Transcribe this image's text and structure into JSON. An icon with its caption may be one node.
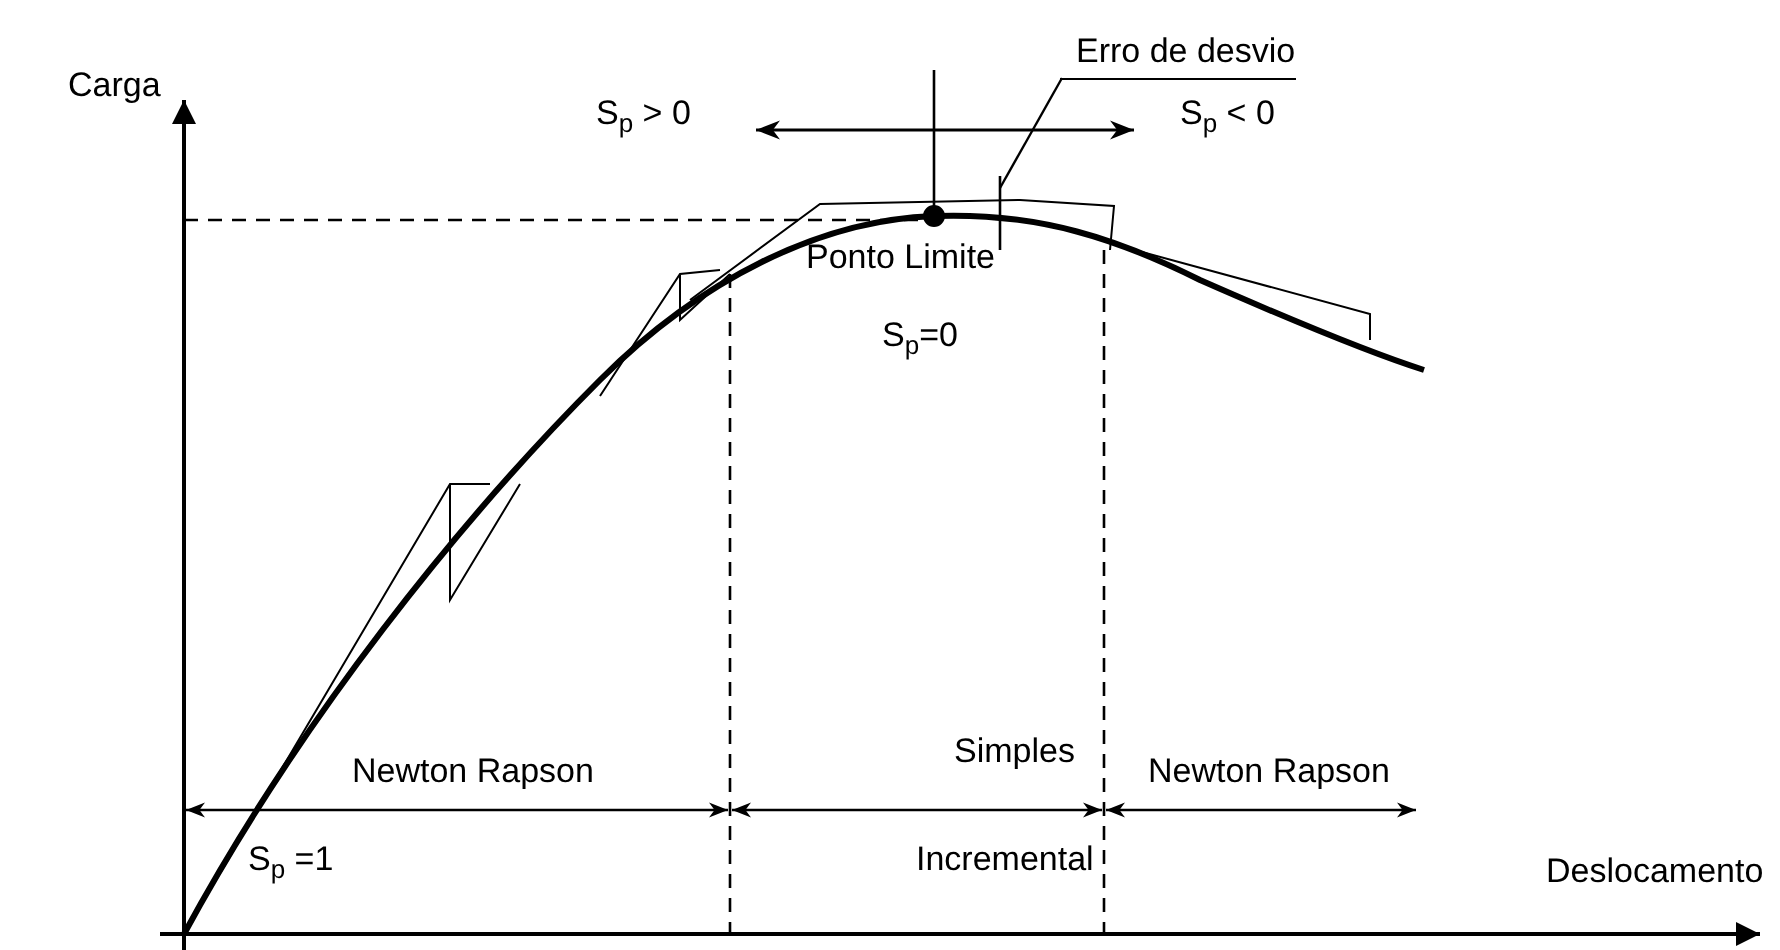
{
  "diagram": {
    "nodes": [
      {
        "text": [
          "Erro de desvio"
        ]
      },
      {
        "text": [],
        "shape": "bar"
      }
    ],
    "edges": [
      {
        "from": 0,
        "to": 1,
        "arrow": "none"
      }
    ],
    "labels": [
      "Carga",
      "S$_{p}$ > 0",
      "S$_{p}$ < 0",
      "Ponto Limite",
      "S$_{p}$=0",
      "Newton Rapson",
      "Simples",
      "Newton Rapson",
      "S$_{p}$ =1",
      "Incremental",
      "Deslocamento"
    ]
  }
}
